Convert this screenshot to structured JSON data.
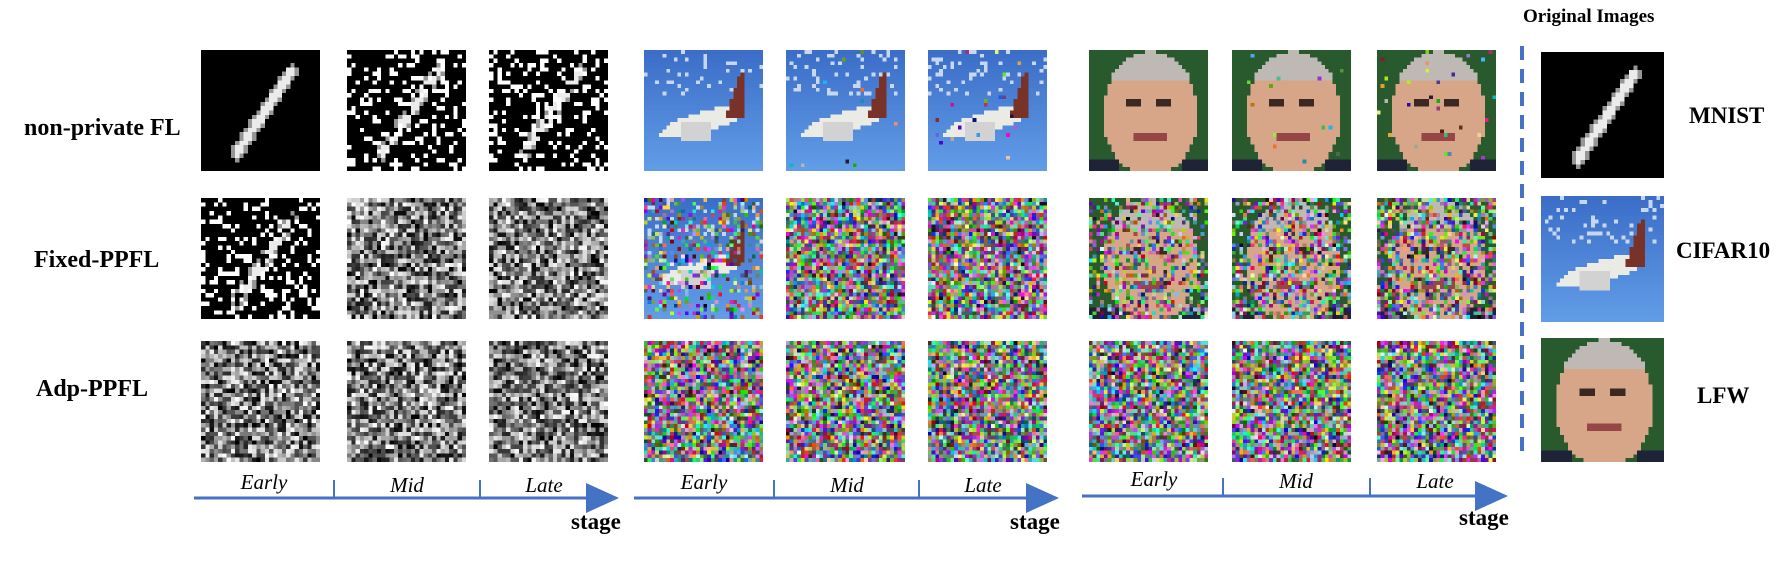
{
  "row_labels": [
    "non-private FL",
    "Fixed-PPFL",
    "Adp-PPFL"
  ],
  "stage_labels": [
    "Early",
    "Mid",
    "Late"
  ],
  "axis_word": "stage",
  "original_title": "Original Images",
  "datasets": [
    "MNIST",
    "CIFAR10",
    "LFW"
  ],
  "colors": {
    "arrow": "#4472C4",
    "divider": "#4472C4"
  }
}
